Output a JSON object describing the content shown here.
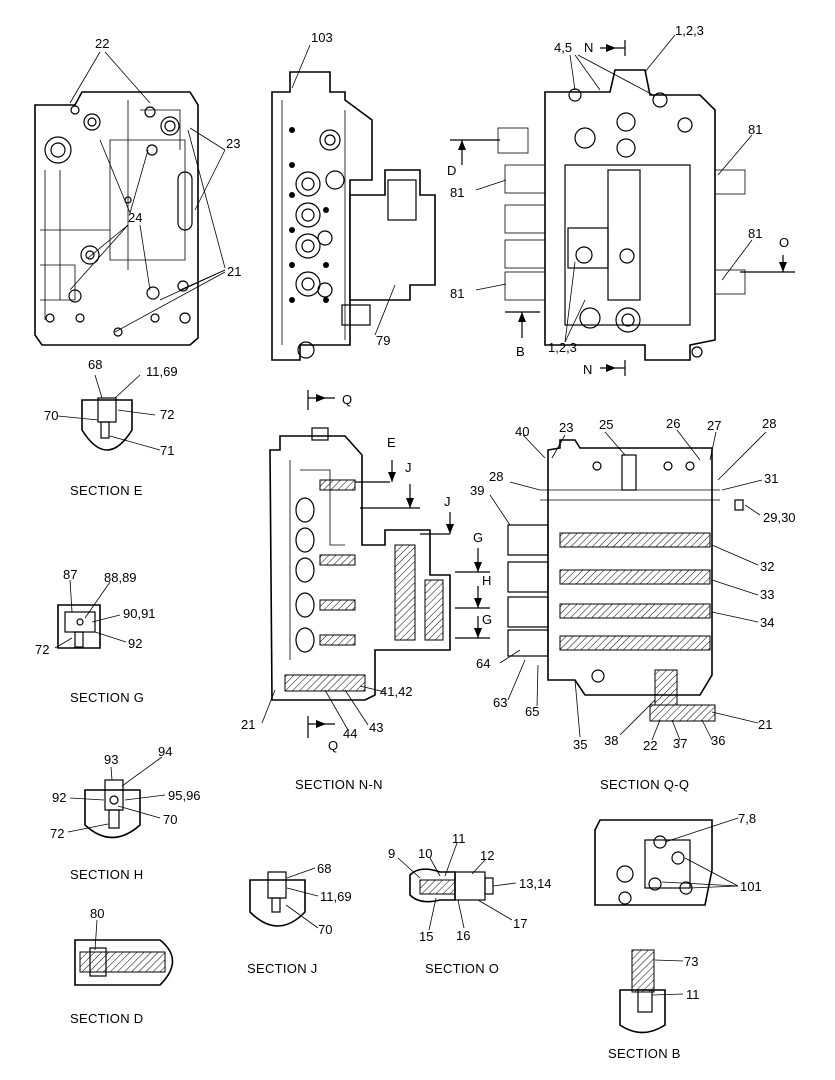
{
  "sections": {
    "e": "SECTION  E",
    "g": "SECTION  G",
    "h": "SECTION  H",
    "j": "SECTION  J",
    "d": "SECTION  D",
    "o": "SECTION  O",
    "b": "SECTION  B",
    "nn": "SECTION  N-N",
    "qq": "SECTION  Q-Q"
  },
  "callouts": {
    "c22a": "22",
    "c103": "103",
    "c45": "4,5",
    "cN1": "N",
    "c123a": "1,2,3",
    "c23a": "23",
    "c24": "24",
    "c81a": "81",
    "cD": "D",
    "c81b": "81",
    "c81c": "81",
    "cO": "O",
    "c21a": "21",
    "c81d": "81",
    "c79": "79",
    "cB": "B",
    "c123b": "1,2,3",
    "cN2": "N",
    "c68a": "68",
    "c1169a": "11,69",
    "c70a": "70",
    "c72a": "72",
    "c71": "71",
    "cQ1": "Q",
    "cE": "E",
    "cJ1": "J",
    "cJ2": "J",
    "cG1": "G",
    "cH": "H",
    "cG2": "G",
    "c4142": "41,42",
    "c21b": "21",
    "c44": "44",
    "c43": "43",
    "cQ2": "Q",
    "c40": "40",
    "c23b": "23",
    "c25": "25",
    "c26": "26",
    "c27": "27",
    "c28a": "28",
    "c28b": "28",
    "c31": "31",
    "c39": "39",
    "c2930": "29,30",
    "c32": "32",
    "c33": "33",
    "c34": "34",
    "c64": "64",
    "c63": "63",
    "c65": "65",
    "c35": "35",
    "c38": "38",
    "c22b": "22",
    "c37": "37",
    "c36": "36",
    "c21c": "21",
    "c87": "87",
    "c8889": "88,89",
    "c9091": "90,91",
    "c72b": "72",
    "c92a": "92",
    "c93": "93",
    "c94": "94",
    "c92b": "92",
    "c9596": "95,96",
    "c70b": "70",
    "c72c": "72",
    "c78": "7,8",
    "c101": "101",
    "c68b": "68",
    "c1169b": "11,69",
    "c70c": "70",
    "c9": "9",
    "c10": "10",
    "c11a": "11",
    "c12": "12",
    "c1314": "13,14",
    "c15": "15",
    "c16": "16",
    "c17": "17",
    "c80": "80",
    "c73": "73",
    "c11b": "11"
  }
}
